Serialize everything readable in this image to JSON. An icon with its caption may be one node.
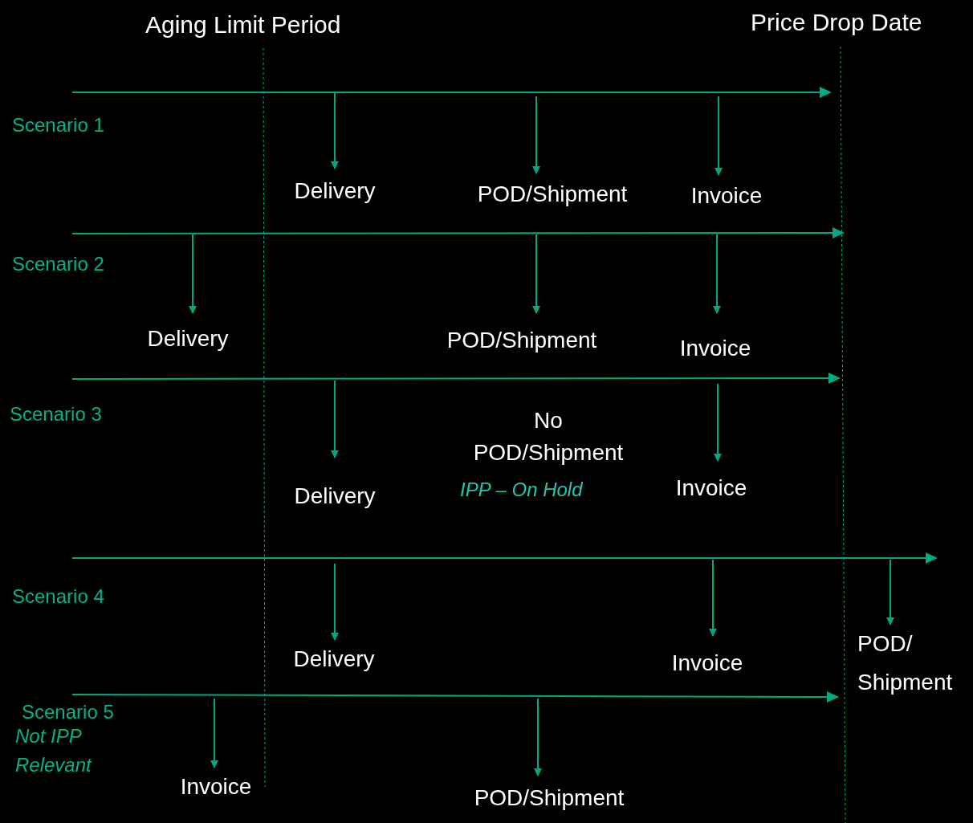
{
  "diagram": {
    "nodes": [
      {
        "text": [
          "Delivery"
        ]
      },
      {
        "text": [
          "POD/Shipment"
        ]
      },
      {
        "text": [
          "Invoice"
        ]
      },
      {
        "text": [
          "Delivery"
        ]
      },
      {
        "text": [
          "POD/Shipment"
        ]
      },
      {
        "text": [
          "Invoice"
        ]
      },
      {
        "text": [
          "No POD/Shipment"
        ],
        "beside": [
          "IPP – On Hold"
        ]
      },
      {
        "text": [
          "Invoice"
        ]
      },
      {
        "text": [
          "Delivery"
        ]
      },
      {
        "text": [
          "Delivery"
        ]
      },
      {
        "text": [
          "Invoice"
        ]
      },
      {
        "text": [
          "POD/ Shipment"
        ]
      },
      {
        "text": [
          "Invoice"
        ]
      },
      {
        "text": [
          "POD/Shipment"
        ]
      }
    ],
    "edges": [
      {
        "from": null,
        "to": 0,
        "arrow": "to"
      },
      {
        "from": null,
        "to": 1,
        "arrow": "to"
      },
      {
        "from": null,
        "to": 2,
        "arrow": "to"
      },
      {
        "from": null,
        "to": 3,
        "arrow": "to"
      },
      {
        "from": null,
        "to": 4,
        "arrow": "to"
      },
      {
        "from": null,
        "to": 5,
        "arrow": "to"
      },
      {
        "from": null,
        "to": 8,
        "arrow": "to"
      },
      {
        "from": null,
        "to": 7,
        "arrow": "to"
      },
      {
        "from": null,
        "to": 9,
        "arrow": "to"
      },
      {
        "from": null,
        "to": 10,
        "arrow": "to"
      },
      {
        "from": null,
        "to": 11,
        "arrow": "to"
      },
      {
        "from": null,
        "to": 12,
        "arrow": "to"
      },
      {
        "from": null,
        "to": 13,
        "arrow": "to"
      }
    ],
    "labels": [
      "Aging Limit Period",
      "Price Drop Date",
      "Scenario 1",
      "Scenario 2",
      "Scenario 3",
      "Scenario 4",
      "Scenario 5",
      "Not IPP Relevant"
    ]
  }
}
